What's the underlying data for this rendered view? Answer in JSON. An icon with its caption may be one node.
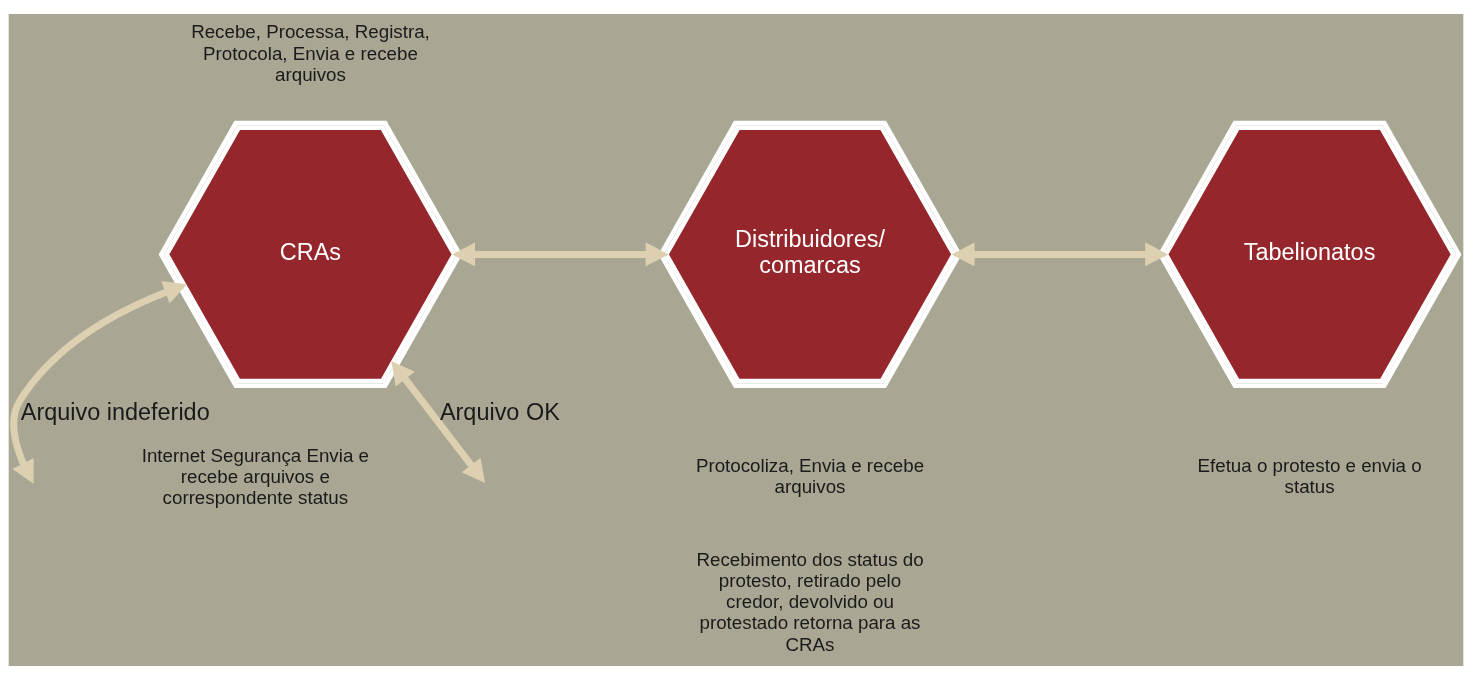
{
  "diagram": {
    "nodes": [
      {
        "text": [
          "CRAs"
        ],
        "beside": [
          "Recebe, Processa, Registra, Protocola, Envia e recebe arquivos",
          "Internet Segurança Envia e recebe arquivos e correspondente status"
        ]
      },
      {
        "text": [
          "Distribuidores/ comarcas"
        ],
        "beside": [
          "Protocoliza, Envia e recebe arquivos",
          "Recebimento dos status do protesto, retirado pelo credor, devolvido ou protestado retorna para as CRAs"
        ]
      },
      {
        "text": [
          "Tabelionatos"
        ],
        "beside": [
          "Efetua o protesto e envia o status"
        ]
      }
    ],
    "edges": [
      {
        "from": 0,
        "to": 1,
        "arrow": "both"
      },
      {
        "from": 1,
        "to": 2,
        "arrow": "both"
      },
      {
        "from": 0,
        "to": null,
        "arrow": "both",
        "label": "Arquivo indeferido"
      },
      {
        "from": 0,
        "to": null,
        "arrow": "both",
        "label": "Arquivo OK"
      }
    ]
  }
}
